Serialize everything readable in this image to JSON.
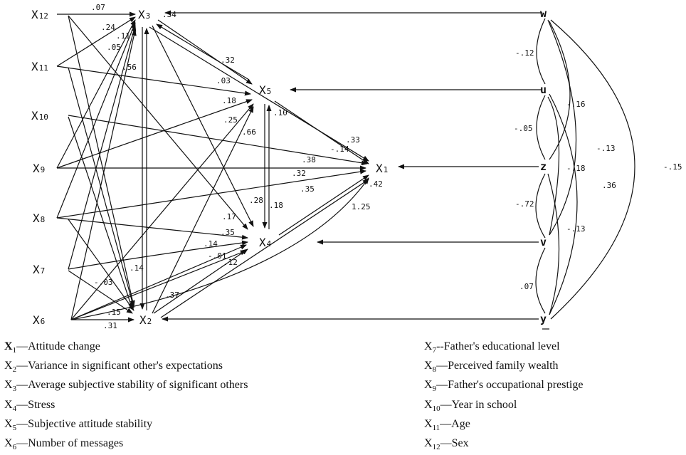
{
  "nodes": {
    "x12": "X",
    "x12_sub": "12",
    "x11": "X",
    "x11_sub": "11",
    "x10": "X",
    "x10_sub": "10",
    "x9": "X",
    "x9_sub": "9",
    "x8": "X",
    "x8_sub": "8",
    "x7": "X",
    "x7_sub": "7",
    "x6": "X",
    "x6_sub": "6",
    "x3": "X",
    "x3_sub": "3",
    "x5": "X",
    "x5_sub": "5",
    "x4": "X",
    "x4_sub": "4",
    "x2": "X",
    "x2_sub": "2",
    "x1": "X",
    "x1_sub": "1"
  },
  "residuals": {
    "w": "w",
    "u": "u",
    "z": "z",
    "v": "v",
    "y": "y"
  },
  "coefficients": {
    "c_07": ".07",
    "c_24": ".24",
    "c_11": ".11",
    "c_05": ".05",
    "c_56": ".56",
    "c_34": ".34",
    "c_32": ".32",
    "c_03": ".03",
    "c_18a": ".18",
    "c_25": ".25",
    "c_10": ".10",
    "c_66": ".66",
    "c_33": ".33",
    "c_m14": "-.14",
    "c_38": ".38",
    "c_32b": ".32",
    "c_28": ".28",
    "c_35": ".35",
    "c_42": ".42",
    "c_18b": ".18",
    "c_125": "1.25",
    "c_17": ".17",
    "c_35b": ".35",
    "c_14a": ".14",
    "c_m01": "-.01",
    "c_12": ".12",
    "c_14b": ".14",
    "c_m03": "-.03",
    "c_37": ".37",
    "c_15": ".15",
    "c_31": ".31",
    "r_m12": "-.12",
    "r_m16": "-.16",
    "r_m05": "-.05",
    "r_m13": "-.13",
    "r_m18": "-.18",
    "r_36": ".36",
    "r_m15": "-.15",
    "r_m72": "-.72",
    "r_m13b": "-.13",
    "r_07": ".07"
  },
  "legend": {
    "left": [
      {
        "var": "X",
        "sub": "1",
        "label": "—Attitude change"
      },
      {
        "var": "X",
        "sub": "2",
        "label": "—Variance in significant other's expectations"
      },
      {
        "var": "X",
        "sub": "3",
        "label": "—Average subjective stability of significant others"
      },
      {
        "var": "X",
        "sub": "4",
        "label": "—Stress"
      },
      {
        "var": "X",
        "sub": "5",
        "label": "—Subjective attitude stability"
      },
      {
        "var": "X",
        "sub": "6",
        "label": "—Number of messages"
      }
    ],
    "right": [
      {
        "var": "X",
        "sub": "7",
        "label": "--Father's educational level"
      },
      {
        "var": "X",
        "sub": "8",
        "label": "—Perceived family wealth"
      },
      {
        "var": "X",
        "sub": "9",
        "label": "—Father's occupational prestige"
      },
      {
        "var": "X",
        "sub": "10",
        "label": "—Year in school"
      },
      {
        "var": "X",
        "sub": "11",
        "label": "—Age"
      },
      {
        "var": "X",
        "sub": "12",
        "label": "—Sex"
      }
    ]
  }
}
